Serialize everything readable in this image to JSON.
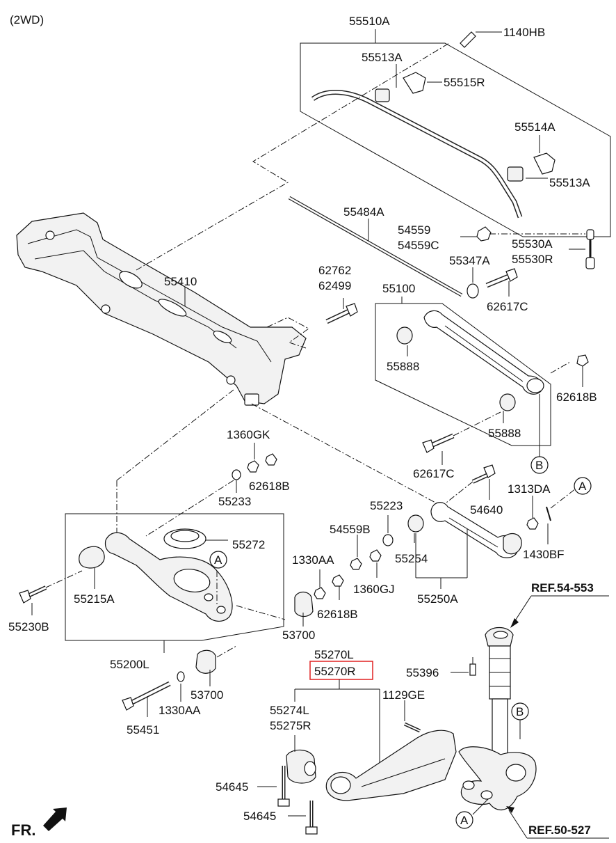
{
  "header": {
    "variant": "(2WD)",
    "front_label": "FR."
  },
  "labels": {
    "p55510A": "55510A",
    "p1140HB": "1140HB",
    "p55513A_top": "55513A",
    "p55515R": "55515R",
    "p55514A": "55514A",
    "p55513A_right": "55513A",
    "p55484A": "55484A",
    "p54559": "54559",
    "p54559C": "54559C",
    "p55530A": "55530A",
    "p55530R": "55530R",
    "p55347A": "55347A",
    "p62762": "62762",
    "p62499": "62499",
    "p55410": "55410",
    "p55100": "55100",
    "p62617C_top": "62617C",
    "p55888_top": "55888",
    "p62618B_right": "62618B",
    "p55888_bottom": "55888",
    "p62617C_mid": "62617C",
    "p1360GK": "1360GK",
    "p62618B_mid": "62618B",
    "p55233": "55233",
    "p54640": "54640",
    "p1313DA": "1313DA",
    "p55223": "55223",
    "p54559B": "54559B",
    "p55254": "55254",
    "p1430BF": "1430BF",
    "p55272": "55272",
    "p1330AA_mid": "1330AA",
    "p1360GJ": "1360GJ",
    "p55215A": "55215A",
    "p62618B_low": "62618B",
    "p55250A": "55250A",
    "p55230B": "55230B",
    "p53700_mid": "53700",
    "p55200L": "55200L",
    "p55270L": "55270L",
    "p55270R": "55270R",
    "p55396": "55396",
    "p53700_low": "53700",
    "p1129GE": "1129GE",
    "p1330AA_low": "1330AA",
    "p55274L": "55274L",
    "p55275R": "55275R",
    "p55451": "55451",
    "p54645_a": "54645",
    "p54645_b": "54645"
  },
  "refs": {
    "ref_top": "REF.54-553",
    "ref_bottom": "REF.50-527"
  },
  "markers": {
    "A": "A",
    "B": "B"
  },
  "highlight_color": "#e02020"
}
